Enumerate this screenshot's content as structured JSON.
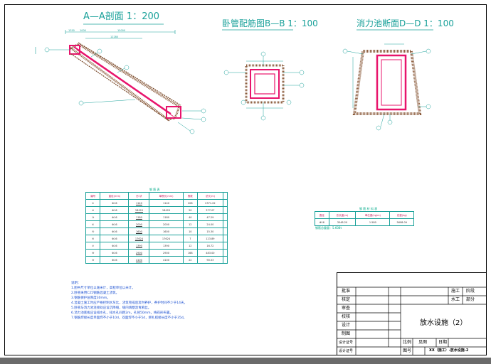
{
  "sections": {
    "section_aa": "A—A剖面 1：200",
    "section_bb": "卧管配筋图B—B 1：100",
    "section_dd": "消力池断面D—D 1：100"
  },
  "dims": {
    "aa_top": [
      "1350",
      "1000",
      "15000"
    ],
    "aa_mid": "12280"
  },
  "rebar_table": {
    "caption": "钢 筋 表",
    "headers": [
      "编号",
      "直径(mm)",
      "形 状",
      "单根长(mm)",
      "根数",
      "总长(m)"
    ],
    "rows": [
      {
        "no": "①",
        "dia": "Φ16",
        "shape": "1140",
        "len": "1140",
        "count": "208",
        "total": "2371.02"
      },
      {
        "no": "②",
        "dia": "Φ16",
        "shape": "18420",
        "len": "18420",
        "count": "20",
        "total": "377.07"
      },
      {
        "no": "③",
        "dia": "Φ16",
        "shape": "1180",
        "len": "1180",
        "count": "40",
        "total": "47.29"
      },
      {
        "no": "④",
        "dia": "Φ16",
        "shape": "2000",
        "len": "2000",
        "count": "12",
        "total": "24.00"
      },
      {
        "no": "⑤",
        "dia": "Φ16",
        "shape": "1600",
        "len": "1600",
        "count": "10",
        "total": "15.30"
      },
      {
        "no": "⑥",
        "dia": "Φ16",
        "shape": "17624",
        "len": "17624",
        "count": "7",
        "total": "123.89"
      },
      {
        "no": "⑦",
        "dia": "Φ16",
        "shape": "1390",
        "len": "1390",
        "count": "12",
        "total": "16.72"
      },
      {
        "no": "⑧",
        "dia": "Φ16",
        "shape": "2900",
        "len": "2900",
        "count": "168",
        "total": "483.00"
      },
      {
        "no": "⑨",
        "dia": "Φ16",
        "shape": "4100",
        "len": "4100",
        "count": "22",
        "total": "90.53"
      }
    ]
  },
  "material_table": {
    "caption": "钢 筋 材 料 表",
    "headers": [
      "直径",
      "总长度(m)",
      "单位重(kg/m)",
      "总重(kg)"
    ],
    "row": [
      "Φ16",
      "3548.20",
      "1.580",
      "5608.09"
    ],
    "note": "钢筋总重量：5.608t"
  },
  "notes": {
    "heading": "说明：",
    "items": [
      "1.图中尺寸单位以毫米计，高程单位以米计。",
      "2.卧管采用C25钢筋混凝土浇筑。",
      "3.钢筋保护层厚度30mm。",
      "4.混凝土施工时应严格控制水灰比，浇筑完成后及时养护，养护时间不少于14天。",
      "5.卧管与消力池连接处应设沉降缝，缝内填塞沥青麻丝。",
      "6.消力池底板应设排水孔，排水孔间距2m，孔径50mm，梅花形布置。",
      "7.钢筋焊接长度单面焊不小于10d，双面焊不小于5d，绑扎搭接长度不小于35d。"
    ]
  },
  "title_block": {
    "labels": [
      "批准",
      "核定",
      "审查",
      "校核",
      "设计",
      "制图",
      "设计证号",
      "设计证号"
    ],
    "stage": "施工",
    "stage_label": "阶段",
    "dept": "水工",
    "dept_label": "部分",
    "drawing_title": "放水设施（2）",
    "scale_label": "比例",
    "scale_value": "见图",
    "date_label": "日期",
    "no_label": "图号",
    "drawing_no": "XX（施工）-放水设施-2"
  }
}
